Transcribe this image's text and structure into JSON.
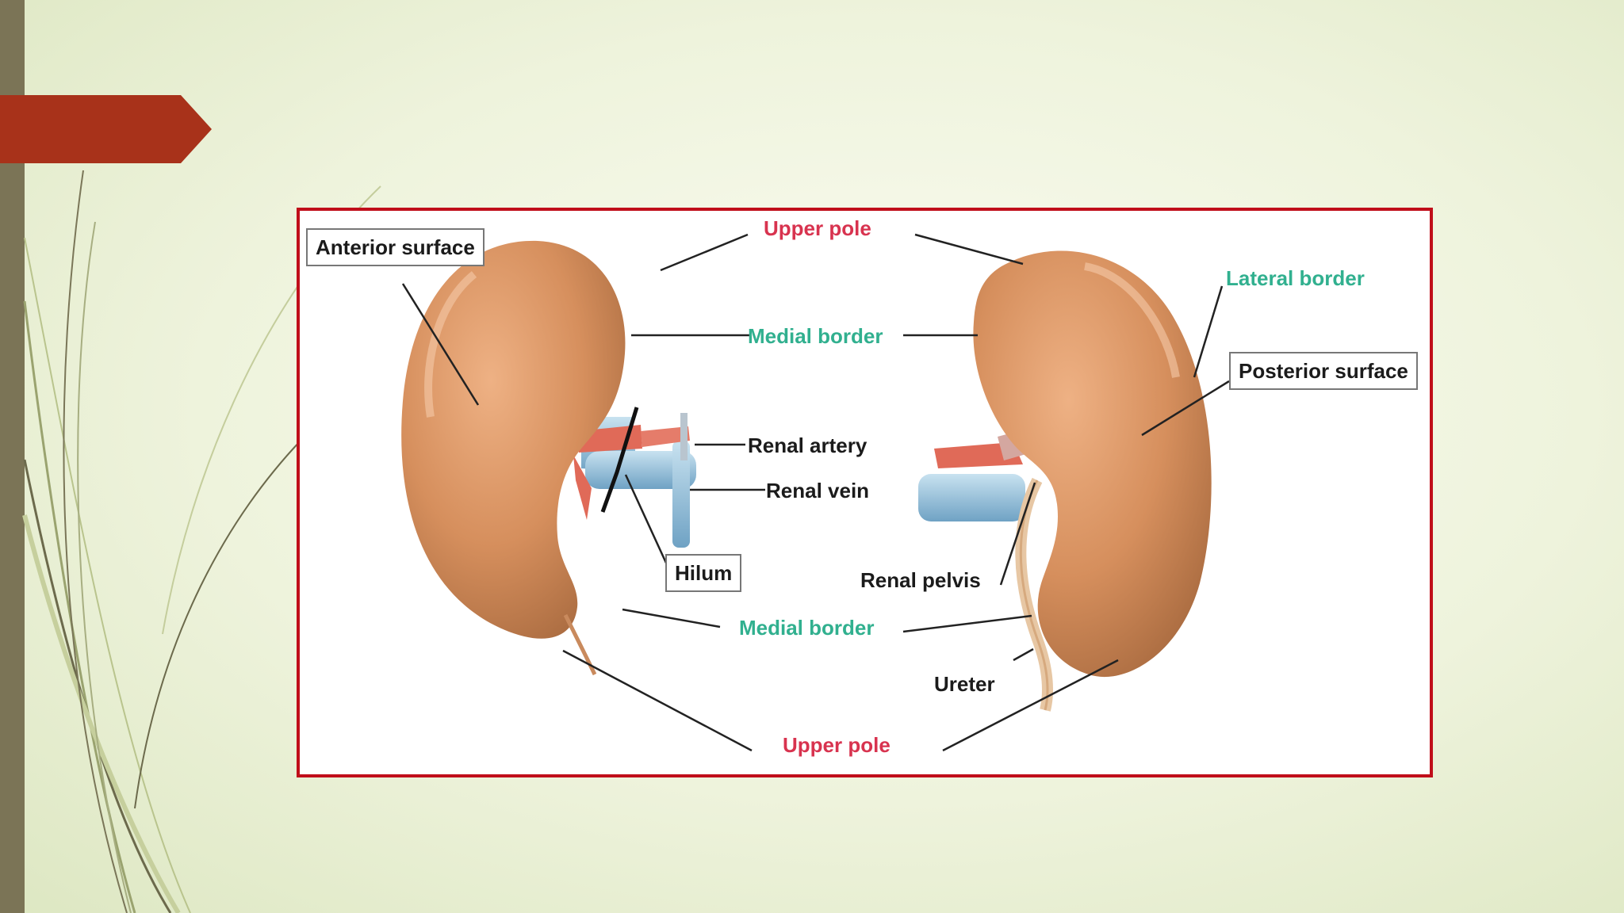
{
  "slide": {
    "accent_color": "#a8321a",
    "sidebar_color": "#7b7456",
    "frame_color": "#c00e1a"
  },
  "diagram": {
    "labels": {
      "anterior_surface": "Anterior surface",
      "upper_pole_top": "Upper pole",
      "medial_border_top": "Medial border",
      "lateral_border": "Lateral border",
      "posterior_surface": "Posterior surface",
      "renal_artery": "Renal artery",
      "renal_vein": "Renal vein",
      "hilum": "Hilum",
      "renal_pelvis": "Renal pelvis",
      "medial_border_bottom": "Medial border",
      "ureter": "Ureter",
      "upper_pole_bottom": "Upper pole"
    },
    "colors": {
      "kidney": "#d6905e",
      "vein": "#8fc0dc",
      "artery": "#e06a58",
      "pole_label": "#d8334f",
      "border_label": "#31b08f"
    }
  }
}
